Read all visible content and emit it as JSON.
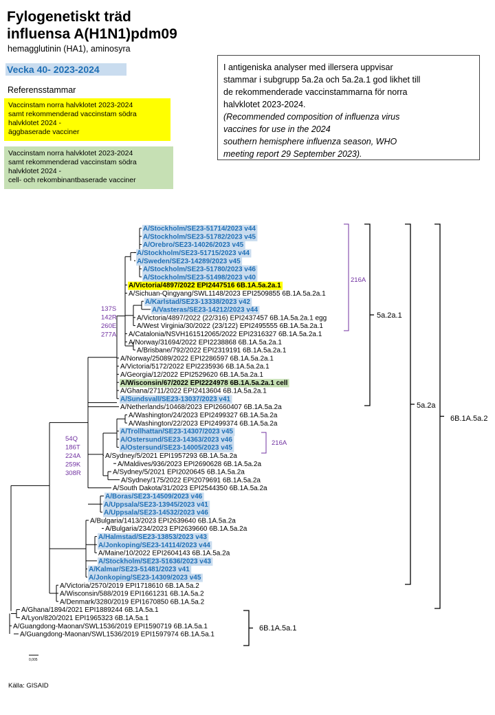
{
  "header": {
    "title_line1": "Fylogenetiskt träd",
    "title_line2": "influensa A(H1N1)pdm09",
    "subtitle": "hemagglutinin  (HA1),  aminosyra",
    "week": "Vecka 40-  2023-2024",
    "reference_heading": "Referensstammar"
  },
  "legend": {
    "egg_line1": "Vaccinstam norra halvklotet 2023-2024",
    "egg_line2": "samt rekommenderad  vaccinstam södra",
    "egg_line3": "halvklotet 2024 -",
    "egg_line4": "äggbaserade vacciner",
    "cell_line1": "Vaccinstam norra halvklotet 2023-2024",
    "cell_line2": "samt rekommenderad  vaccinstam södra",
    "cell_line3": "halvklotet 2024 -",
    "cell_line4": "cell- och rekombinantbaserade vacciner"
  },
  "note": {
    "line1": "I antigeniska analyser med illersera uppvisar",
    "line2": "stammar i subgrupp 5a.2a och 5a.2a.1 god likhet till",
    "line3": "de rekommenderade vaccinstammarna för norra",
    "line4": "halvklotet 2023-2024.",
    "line5": "(Recommended composition of influenza virus",
    "line6": "vaccines for use in the 2024",
    "line7": "southern hemisphere influenza season, WHO",
    "line8": "meeting report 29  September 2023)."
  },
  "colors": {
    "sweden_text": "#1f6fb5",
    "sweden_bg": "#c9dcef",
    "egg_vaccine": "#ffff00",
    "cell_vaccine": "#c6e0b4",
    "mutation": "#7030a0"
  },
  "tree": {
    "leaves": [
      {
        "label": "A/Stockholm/SE23-51714/2023 v44",
        "type": "se"
      },
      {
        "label": "A/Stockholm/SE23-51782/2023 v45",
        "type": "se"
      },
      {
        "label": "A/Orebro/SE23-14026/2023 v45",
        "type": "se"
      },
      {
        "label": "A/Stockholm/SE23-51715/2023 v44",
        "type": "se"
      },
      {
        "label": "A/Sweden/SE23-14289/2023 v45",
        "type": "se"
      },
      {
        "label": "A/Stockholm/SE23-51780/2023 v46",
        "type": "se"
      },
      {
        "label": "A/Stockholm/SE23-51498/2023 v40",
        "type": "se"
      },
      {
        "label": "A/Victoria/4897/2022 EPI2447516 6B.1A.5a.2a.1",
        "type": "egg"
      },
      {
        "label": "A/Sichuan-Qingyang/SWL1148/2023 EPI2509855 6B.1A.5a.2a.1",
        "type": "ref"
      },
      {
        "label": "A/Karlstad/SE23-13338/2023 v42",
        "type": "se"
      },
      {
        "label": "A/Vasteras/SE23-14212/2023 v44",
        "type": "se"
      },
      {
        "label": "A/Victoria/4897/2022 (22/316) EPI2437457 6B.1A.5a.2a.1 egg",
        "type": "ref"
      },
      {
        "label": "A/West Virginia/30/2022 (23/122) EPI2495555 6B.1A.5a.2a.1",
        "type": "ref"
      },
      {
        "label": "A/Catalonia/NSVH161512065/2022 EPI2316327 6B.1A.5a.2a.1",
        "type": "ref"
      },
      {
        "label": "A/Norway/31694/2022 EPI2238868 6B.1A.5a.2a.1",
        "type": "ref"
      },
      {
        "label": "A/Brisbane/792/2022 EPI2319191 6B.1A.5a.2a.1",
        "type": "ref"
      },
      {
        "label": "A/Norway/25089/2022 EPI2286597 6B.1A.5a.2a.1",
        "type": "ref"
      },
      {
        "label": "A/Victoria/5172/2022 EPI2235936 6B.1A.5a.2a.1",
        "type": "ref"
      },
      {
        "label": "A/Georgia/12/2022 EPI2529620 6B.1A.5a.2a.1",
        "type": "ref"
      },
      {
        "label": "A/Wisconsin/67/2022  EPI2224978 6B.1A.5a.2a.1 cell",
        "type": "cell"
      },
      {
        "label": "A/Ghana/2711/2022 EPI2413604 6B.1A.5a.2a.1",
        "type": "ref"
      },
      {
        "label": "A/Sundsvall/SE23-13037/2023 v41",
        "type": "se"
      },
      {
        "label": "A/Netherlands/10468/2023 EPI2660407 6B.1A.5a.2a",
        "type": "ref"
      },
      {
        "label": "A/Washington/24/2023 EPI2499327 6B.1A.5a.2a",
        "type": "ref"
      },
      {
        "label": "A/Washington/22/2023 EPI2499374 6B.1A.5a.2a",
        "type": "ref"
      },
      {
        "label": "A/Trollhattan/SE23-14307/2023 v45",
        "type": "se"
      },
      {
        "label": "A/Ostersund/SE23-14363/2023 v46",
        "type": "se"
      },
      {
        "label": "A/Ostersund/SE23-14005/2023 v45",
        "type": "se"
      },
      {
        "label": "A/Sydney/5/2021 EPI1957293 6B.1A.5a.2a",
        "type": "ref"
      },
      {
        "label": "A/Maldives/936/2023 EPI2690628 6B.1A.5a.2a",
        "type": "ref"
      },
      {
        "label": "A/Sydney/5/2021 EPI2020645 6B.1A.5a.2a",
        "type": "ref"
      },
      {
        "label": "A/Sydney/175/2022 EPI2079691 6B.1A.5a.2a",
        "type": "ref"
      },
      {
        "label": "A/South Dakota/31/2023 EPI2544350 6B.1A.5a.2a",
        "type": "ref"
      },
      {
        "label": "A/Boras/SE23-14509/2023 v46",
        "type": "se"
      },
      {
        "label": "A/Uppsala/SE23-13945/2023 v41",
        "type": "se"
      },
      {
        "label": "A/Uppsala/SE23-14532/2023 v46",
        "type": "se"
      },
      {
        "label": "A/Bulgaria/1413/2023 EPI2639640 6B.1A.5a.2a",
        "type": "ref"
      },
      {
        "label": "A/Bulgaria/234/2023 EPI2639660 6B.1A.5a.2a",
        "type": "ref"
      },
      {
        "label": "A/Halmstad/SE23-13853/2023 v43",
        "type": "se"
      },
      {
        "label": "A/Jonkoping/SE23-14114/2023 v44",
        "type": "se"
      },
      {
        "label": "A/Maine/10/2022 EPI2604143 6B.1A.5a.2a",
        "type": "ref"
      },
      {
        "label": "A/Stockholm/SE23-51636/2023 v43",
        "type": "se"
      },
      {
        "label": "A/Kalmar/SE23-51481/2023 v41",
        "type": "se"
      },
      {
        "label": "A/Jonkoping/SE23-14309/2023 v45",
        "type": "se"
      },
      {
        "label": "A/Victoria/2570/2019 EPI1718610 6B.1A.5a.2",
        "type": "ref"
      },
      {
        "label": "A/Wisconsin/588/2019 EPI1661231 6B.1A.5a.2",
        "type": "ref"
      },
      {
        "label": "A/Denmark/3280/2019 EPI1670850 6B.1A.5a.2",
        "type": "ref"
      },
      {
        "label": "A/Ghana/1894/2021 EPI1889244 6B.1A.5a.1",
        "type": "ref"
      },
      {
        "label": "A/Lyon/820/2021 EPI1965323 6B.1A.5a.1",
        "type": "ref"
      },
      {
        "label": "A/Guangdong-Maonan/SWL1536/2019 EPI1590719 6B.1A.5a.1",
        "type": "ref"
      },
      {
        "label": "A/Guangdong-Maonan/SWL1536/2019 EPI1597974 6B.1A.5a.1",
        "type": "ref"
      }
    ],
    "mutations": {
      "group1": [
        "137S",
        "142R",
        "260E",
        "277A"
      ],
      "group2": [
        "54Q",
        "186T",
        "224A",
        "259K",
        "308R"
      ],
      "subclade_a": "216A",
      "subclade_b": "216A"
    },
    "clades": {
      "c5a2a1": "5a.2a.1",
      "c5a2a": "5a.2a",
      "c5a2": "6B.1A.5a.2",
      "c5a1": "6B.1A.5a.1"
    },
    "scale_label": "0,005"
  },
  "footer": {
    "source": "Källa: GISAID"
  }
}
